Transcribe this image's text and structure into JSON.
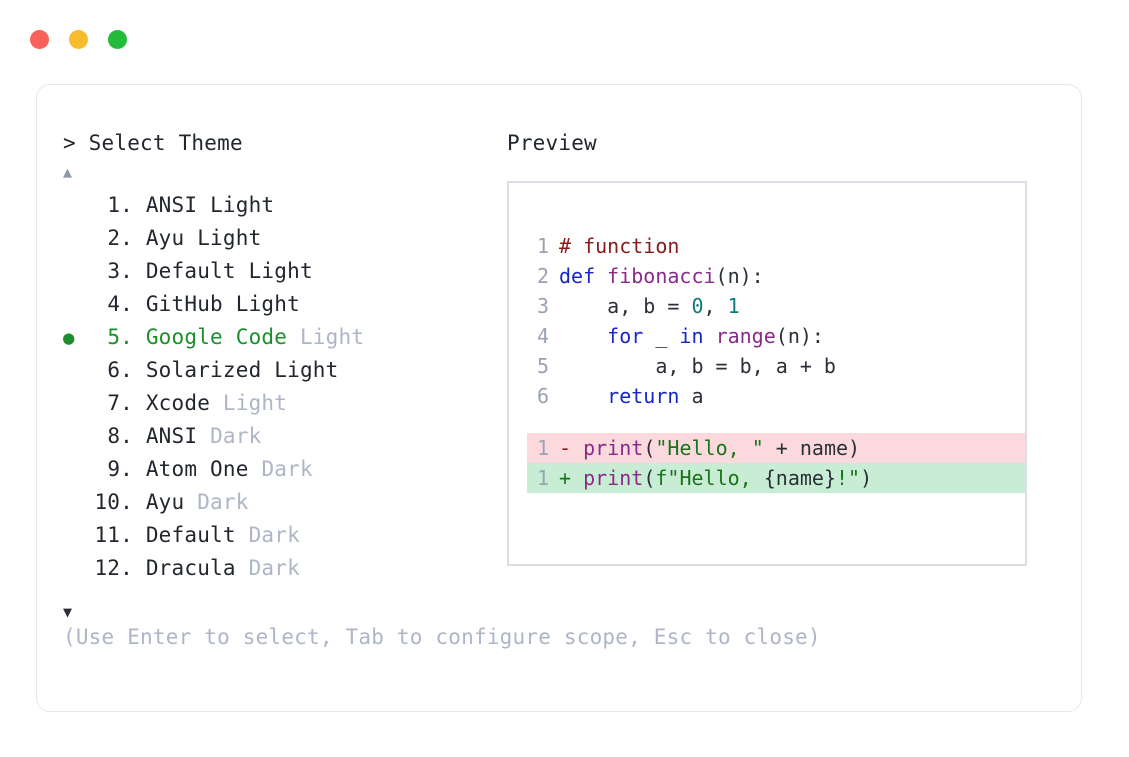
{
  "window": {
    "controls": [
      {
        "name": "close",
        "color": "#f9615b"
      },
      {
        "name": "minimize",
        "color": "#f6bc2c"
      },
      {
        "name": "maximize",
        "color": "#22bb3c"
      }
    ]
  },
  "selector": {
    "prompt": "> Select Theme",
    "scroll_up": "▲",
    "scroll_down": "▼",
    "selected_index": 5,
    "selected_marker": "●",
    "items": [
      {
        "num": "1.",
        "name": "ANSI",
        "suffix": "Light",
        "dim_suffix": false,
        "selected": false
      },
      {
        "num": "2.",
        "name": "Ayu",
        "suffix": "Light",
        "dim_suffix": false,
        "selected": false
      },
      {
        "num": "3.",
        "name": "Default",
        "suffix": "Light",
        "dim_suffix": false,
        "selected": false
      },
      {
        "num": "4.",
        "name": "GitHub",
        "suffix": "Light",
        "dim_suffix": false,
        "selected": false
      },
      {
        "num": "5.",
        "name": "Google Code",
        "suffix": "Light",
        "dim_suffix": true,
        "selected": true
      },
      {
        "num": "6.",
        "name": "Solarized",
        "suffix": "Light",
        "dim_suffix": false,
        "selected": false
      },
      {
        "num": "7.",
        "name": "Xcode",
        "suffix": "Light",
        "dim_suffix": true,
        "selected": false
      },
      {
        "num": "8.",
        "name": "ANSI",
        "suffix": "Dark",
        "dim_suffix": true,
        "selected": false
      },
      {
        "num": "9.",
        "name": "Atom One",
        "suffix": "Dark",
        "dim_suffix": true,
        "selected": false
      },
      {
        "num": "10.",
        "name": "Ayu",
        "suffix": "Dark",
        "dim_suffix": true,
        "selected": false
      },
      {
        "num": "11.",
        "name": "Default",
        "suffix": "Dark",
        "dim_suffix": true,
        "selected": false
      },
      {
        "num": "12.",
        "name": "Dracula",
        "suffix": "Dark",
        "dim_suffix": true,
        "selected": false
      }
    ]
  },
  "hint": "(Use Enter to select, Tab to configure scope, Esc to close)",
  "preview": {
    "title": "Preview",
    "code_lines": [
      {
        "ln": "1",
        "tokens": [
          {
            "t": "# function",
            "c": "tok-comment"
          }
        ]
      },
      {
        "ln": "2",
        "tokens": [
          {
            "t": "def ",
            "c": "tok-kw"
          },
          {
            "t": "fibonacci",
            "c": "tok-fn"
          },
          {
            "t": "(n):",
            "c": "tok-plain"
          }
        ]
      },
      {
        "ln": "3",
        "tokens": [
          {
            "t": "    a, b = ",
            "c": "tok-plain"
          },
          {
            "t": "0",
            "c": "tok-num"
          },
          {
            "t": ", ",
            "c": "tok-plain"
          },
          {
            "t": "1",
            "c": "tok-num"
          }
        ]
      },
      {
        "ln": "4",
        "tokens": [
          {
            "t": "    ",
            "c": "tok-plain"
          },
          {
            "t": "for",
            "c": "tok-kw"
          },
          {
            "t": " _ ",
            "c": "tok-plain"
          },
          {
            "t": "in",
            "c": "tok-kw"
          },
          {
            "t": " ",
            "c": "tok-plain"
          },
          {
            "t": "range",
            "c": "tok-builtin"
          },
          {
            "t": "(n):",
            "c": "tok-plain"
          }
        ]
      },
      {
        "ln": "5",
        "tokens": [
          {
            "t": "        a, b = b, a + b",
            "c": "tok-plain"
          }
        ]
      },
      {
        "ln": "6",
        "tokens": [
          {
            "t": "    ",
            "c": "tok-plain"
          },
          {
            "t": "return",
            "c": "tok-kw"
          },
          {
            "t": " a",
            "c": "tok-plain"
          }
        ]
      }
    ],
    "diff_lines": [
      {
        "ln": "1",
        "kind": "del",
        "sign": "-",
        "tokens": [
          {
            "t": "print",
            "c": "tok-builtin"
          },
          {
            "t": "(",
            "c": "tok-plain"
          },
          {
            "t": "\"Hello, \"",
            "c": "tok-str"
          },
          {
            "t": " + name)",
            "c": "tok-plain"
          }
        ]
      },
      {
        "ln": "1",
        "kind": "add",
        "sign": "+",
        "tokens": [
          {
            "t": "print",
            "c": "tok-builtin"
          },
          {
            "t": "(",
            "c": "tok-plain"
          },
          {
            "t": "f\"Hello, ",
            "c": "tok-str"
          },
          {
            "t": "{name}",
            "c": "tok-plain"
          },
          {
            "t": "!\"",
            "c": "tok-str"
          },
          {
            "t": ")",
            "c": "tok-plain"
          }
        ]
      }
    ]
  },
  "colors": {
    "accent_green": "#1a8f2c",
    "dim": "#aeb6c6",
    "text": "#22262e",
    "diff_del_bg": "#fbd9dd",
    "diff_add_bg": "#c9ecd4",
    "border": "#e6e8ec",
    "preview_border": "#dbdee6"
  }
}
